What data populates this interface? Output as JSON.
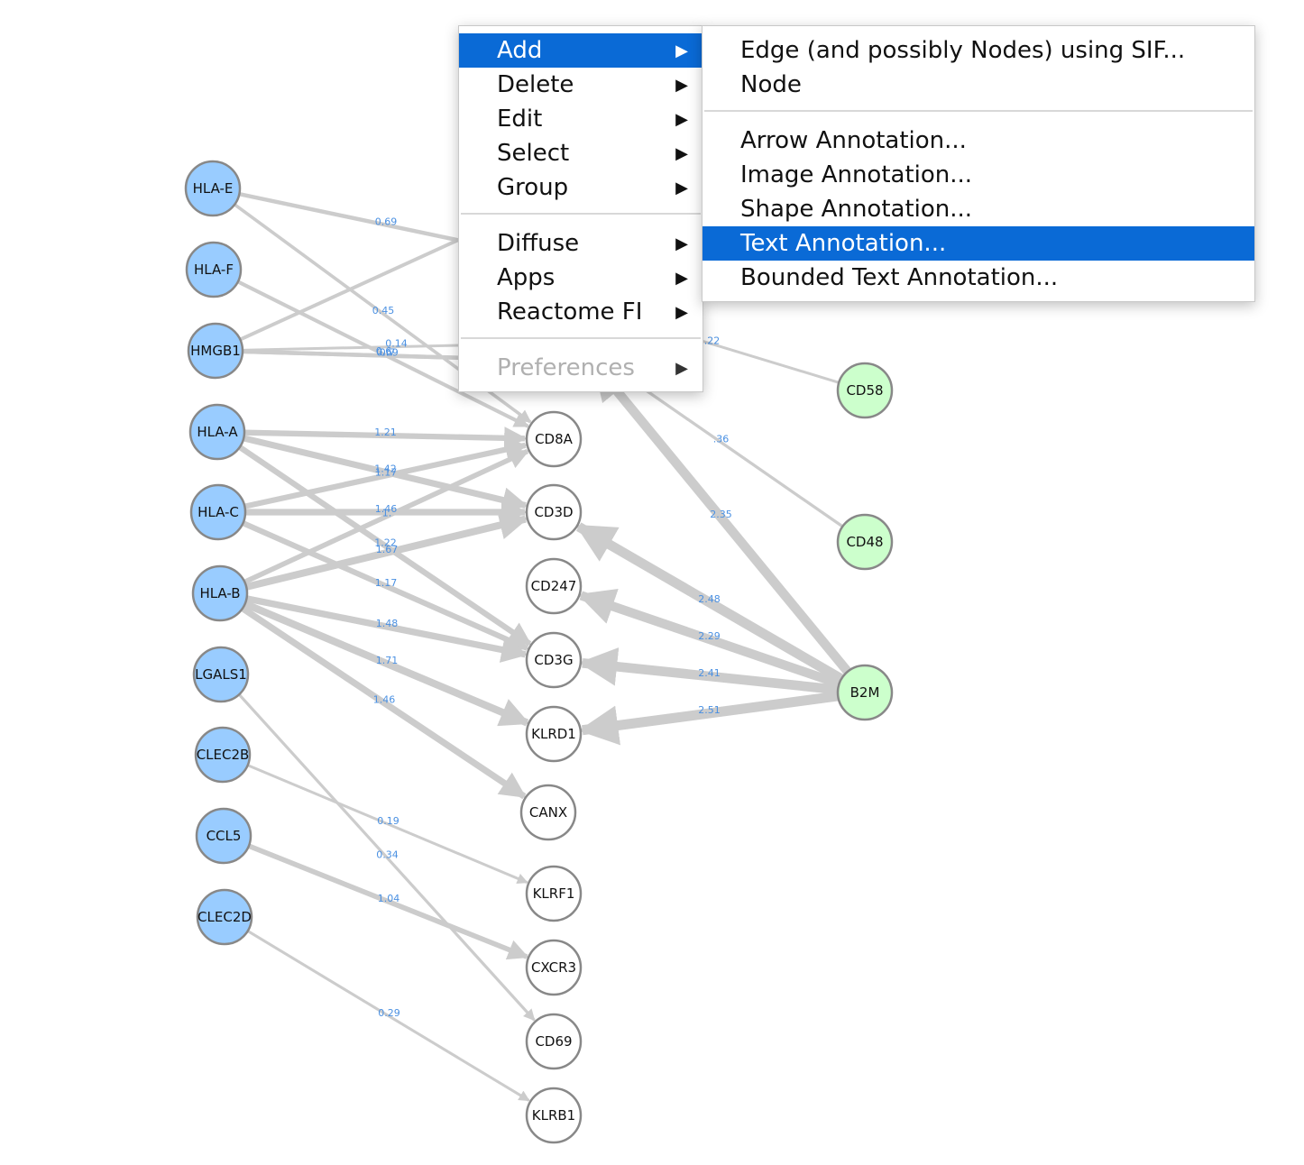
{
  "nodes": [
    {
      "id": "HLA-E",
      "label": "HLA-E",
      "color": "#99ccff"
    },
    {
      "id": "HLA-F",
      "label": "HLA-F",
      "color": "#99ccff"
    },
    {
      "id": "HMGB1",
      "label": "HMGB1",
      "color": "#99ccff"
    },
    {
      "id": "HLA-A",
      "label": "HLA-A",
      "color": "#99ccff"
    },
    {
      "id": "HLA-C",
      "label": "HLA-C",
      "color": "#99ccff"
    },
    {
      "id": "HLA-B",
      "label": "HLA-B",
      "color": "#99ccff"
    },
    {
      "id": "LGALS1",
      "label": "LGALS1",
      "color": "#99ccff"
    },
    {
      "id": "CLEC2B",
      "label": "CLEC2B",
      "color": "#99ccff"
    },
    {
      "id": "CCL5",
      "label": "CCL5",
      "color": "#99ccff"
    },
    {
      "id": "CLEC2D",
      "label": "CLEC2D",
      "color": "#99ccff"
    },
    {
      "id": "CD8A",
      "label": "CD8A",
      "color": "#ffffff"
    },
    {
      "id": "CD3D",
      "label": "CD3D",
      "color": "#ffffff"
    },
    {
      "id": "CD247",
      "label": "CD247",
      "color": "#ffffff"
    },
    {
      "id": "CD3G",
      "label": "CD3G",
      "color": "#ffffff"
    },
    {
      "id": "KLRD1",
      "label": "KLRD1",
      "color": "#ffffff"
    },
    {
      "id": "CANX",
      "label": "CANX",
      "color": "#ffffff"
    },
    {
      "id": "KLRF1",
      "label": "KLRF1",
      "color": "#ffffff"
    },
    {
      "id": "CXCR3",
      "label": "CXCR3",
      "color": "#ffffff"
    },
    {
      "id": "CD69",
      "label": "CD69",
      "color": "#ffffff"
    },
    {
      "id": "KLRB1",
      "label": "KLRB1",
      "color": "#ffffff"
    },
    {
      "id": "CD58",
      "label": "CD58",
      "color": "#ccffcc"
    },
    {
      "id": "CD48",
      "label": "CD48",
      "color": "#ccffcc"
    },
    {
      "id": "B2M",
      "label": "B2M",
      "color": "#ccffcc"
    },
    {
      "id": "H1",
      "label": "",
      "color": "#ffffff"
    },
    {
      "id": "H2",
      "label": "",
      "color": "#ffffff"
    },
    {
      "id": "H3",
      "label": "",
      "color": "#ffffff"
    },
    {
      "id": "H4",
      "label": "",
      "color": "#ffffff"
    },
    {
      "id": "H5",
      "label": "",
      "color": "#ffffff"
    }
  ],
  "edges": [
    {
      "from": "HLA-E",
      "to": "H3",
      "weight": "0.69"
    },
    {
      "from": "HLA-E",
      "to": "CD8A",
      "weight": "0.45"
    },
    {
      "from": "HLA-F",
      "to": "CD8A",
      "weight": "0.6"
    },
    {
      "from": "HMGB1",
      "to": "H2",
      "weight": ""
    },
    {
      "from": "HMGB1",
      "to": "H4",
      "weight": "0.7"
    },
    {
      "from": "HMGB1",
      "to": "H5",
      "weight": "0.14"
    },
    {
      "from": "HMGB1",
      "to": "H4",
      "weight": "0.69"
    },
    {
      "from": "HLA-A",
      "to": "CD8A",
      "weight": "1.21"
    },
    {
      "from": "HLA-A",
      "to": "CD3D",
      "weight": "1.42"
    },
    {
      "from": "HLA-A",
      "to": "CD3G",
      "weight": "1.22"
    },
    {
      "from": "HLA-C",
      "to": "CD8A",
      "weight": "1.17"
    },
    {
      "from": "HLA-C",
      "to": "CD3D",
      "weight": "1.46"
    },
    {
      "from": "HLA-C",
      "to": "CD3G",
      "weight": "1.17"
    },
    {
      "from": "HLA-B",
      "to": "CD8A",
      "weight": "1."
    },
    {
      "from": "HLA-B",
      "to": "CD3D",
      "weight": "1.67"
    },
    {
      "from": "HLA-B",
      "to": "CD3G",
      "weight": "1.48"
    },
    {
      "from": "HLA-B",
      "to": "KLRD1",
      "weight": "1.71"
    },
    {
      "from": "HLA-B",
      "to": "CANX",
      "weight": "1.46"
    },
    {
      "from": "LGALS1",
      "to": "CD69",
      "weight": "0.34"
    },
    {
      "from": "CLEC2B",
      "to": "KLRF1",
      "weight": "0.19"
    },
    {
      "from": "CCL5",
      "to": "CXCR3",
      "weight": "1.04"
    },
    {
      "from": "CLEC2D",
      "to": "KLRB1",
      "weight": "0.29"
    },
    {
      "from": "B2M",
      "to": "CD3D",
      "weight": "2.48"
    },
    {
      "from": "B2M",
      "to": "CD247",
      "weight": "2.29"
    },
    {
      "from": "B2M",
      "to": "CD3G",
      "weight": "2.41"
    },
    {
      "from": "B2M",
      "to": "KLRD1",
      "weight": "2.51"
    },
    {
      "from": "B2M",
      "to": "H5",
      "weight": "2.35"
    },
    {
      "from": "CD58",
      "to": "H1",
      "weight": ".22"
    },
    {
      "from": "CD48",
      "to": "H5",
      "weight": ".36"
    }
  ],
  "menu": {
    "items": [
      {
        "label": "Add",
        "arrow": "▶",
        "state": "active"
      },
      {
        "label": "Delete",
        "arrow": "▶",
        "state": "normal"
      },
      {
        "label": "Edit",
        "arrow": "▶",
        "state": "normal"
      },
      {
        "label": "Select",
        "arrow": "▶",
        "state": "normal"
      },
      {
        "label": "Group",
        "arrow": "▶",
        "state": "normal"
      },
      {
        "label": "Diffuse",
        "arrow": "▶",
        "state": "normal"
      },
      {
        "label": "Apps",
        "arrow": "▶",
        "state": "normal"
      },
      {
        "label": "Reactome FI",
        "arrow": "▶",
        "state": "normal"
      },
      {
        "label": "Preferences",
        "arrow": "▶",
        "state": "disabled"
      }
    ]
  },
  "submenu": {
    "items": [
      {
        "label": "Edge (and possibly Nodes) using SIF...",
        "state": "normal"
      },
      {
        "label": "Node",
        "state": "normal"
      },
      {
        "label": "Arrow Annotation...",
        "state": "normal"
      },
      {
        "label": "Image Annotation...",
        "state": "normal"
      },
      {
        "label": "Shape Annotation...",
        "state": "normal"
      },
      {
        "label": "Text Annotation...",
        "state": "active"
      },
      {
        "label": "Bounded Text Annotation...",
        "state": "normal"
      }
    ]
  },
  "colors": {
    "edge": "#cccccc",
    "edge_label": "#4a90e2",
    "menu_highlight": "#0a6ad6"
  }
}
